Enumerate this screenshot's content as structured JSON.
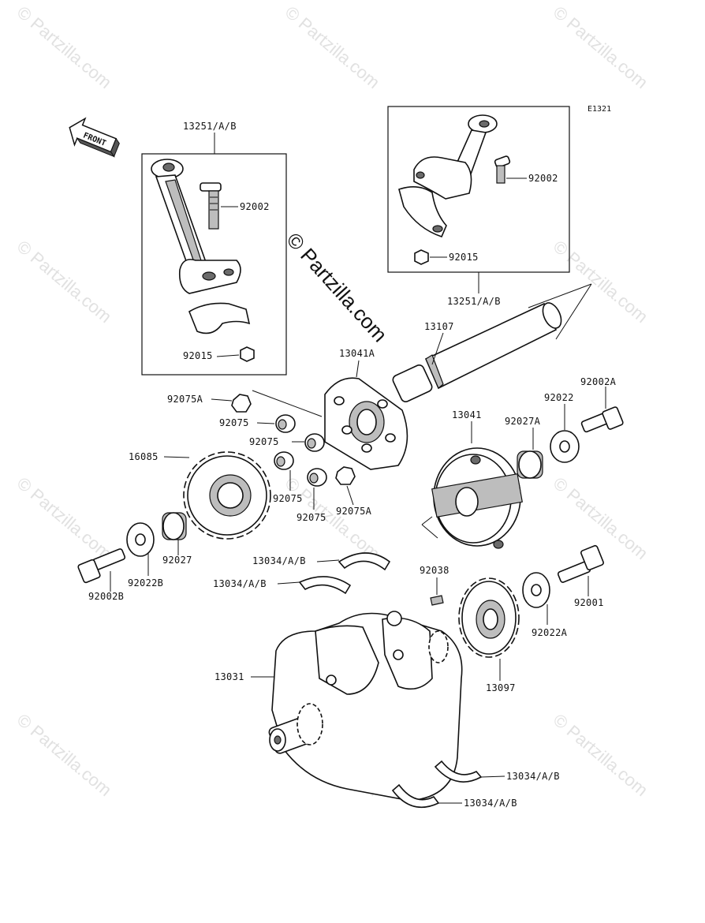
{
  "diagram_code": "E1321",
  "front_label": "FRONT",
  "watermark": "© Partzilla.com",
  "labels": {
    "conrod_left_assy": "13251/A/B",
    "conrod_left_bolt": "92002",
    "conrod_left_nut": "92015",
    "conrod_right_assy": "13251/A/B",
    "conrod_right_bolt": "92002",
    "conrod_right_nut": "92015",
    "shaft": "13107",
    "coupling_a": "13041A",
    "roller_a1": "92075A",
    "roller_1": "92075",
    "roller_2": "92075",
    "roller_3": "92075",
    "roller_4": "92075",
    "roller_a2": "92075A",
    "gear_left": "16085",
    "coupling": "13041",
    "collar_right": "92027A",
    "washer_right": "92022",
    "bolt_right": "92002A",
    "washer_left": "92022B",
    "collar_left": "92027",
    "bolt_left": "92002B",
    "bearing_upper_1": "13034/A/B",
    "bearing_upper_2": "13034/A/B",
    "key": "92038",
    "washer_lower": "92022A",
    "bolt_lower": "92001",
    "gear_right": "13097",
    "crankshaft": "13031",
    "bearing_lower_1": "13034/A/B",
    "bearing_lower_2": "13034/A/B"
  }
}
